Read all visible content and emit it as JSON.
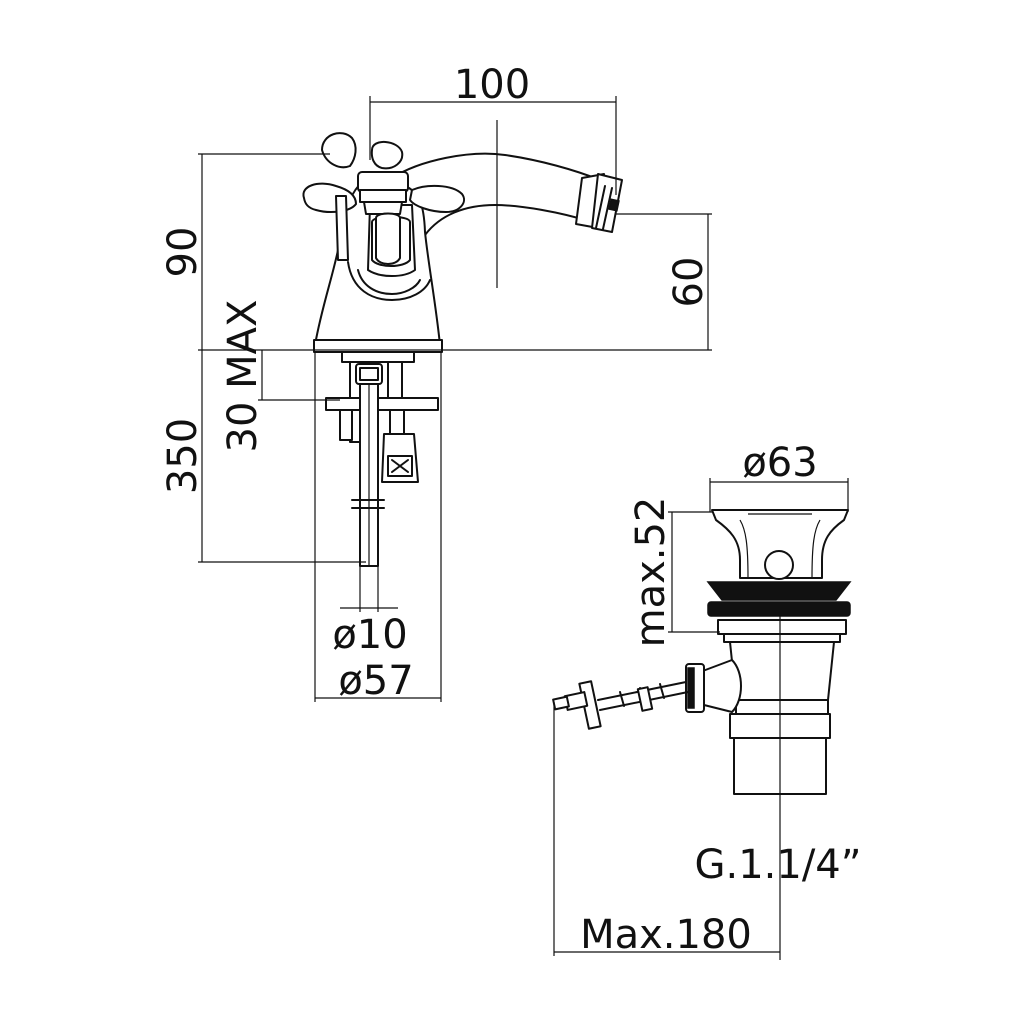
{
  "dimensions": {
    "width_100": "100",
    "height_90": "90",
    "spout_60": "60",
    "deck_30max": "30 MAX",
    "tail_350": "350",
    "tail_dia_10": "ø10",
    "base_dia_57": "ø57",
    "waste_dia_63": "ø63",
    "waste_max52": "max.52",
    "waste_thread": "G.1.1/4”",
    "waste_max180": "Max.180"
  },
  "colors": {
    "line": "#111111",
    "background": "#ffffff"
  }
}
